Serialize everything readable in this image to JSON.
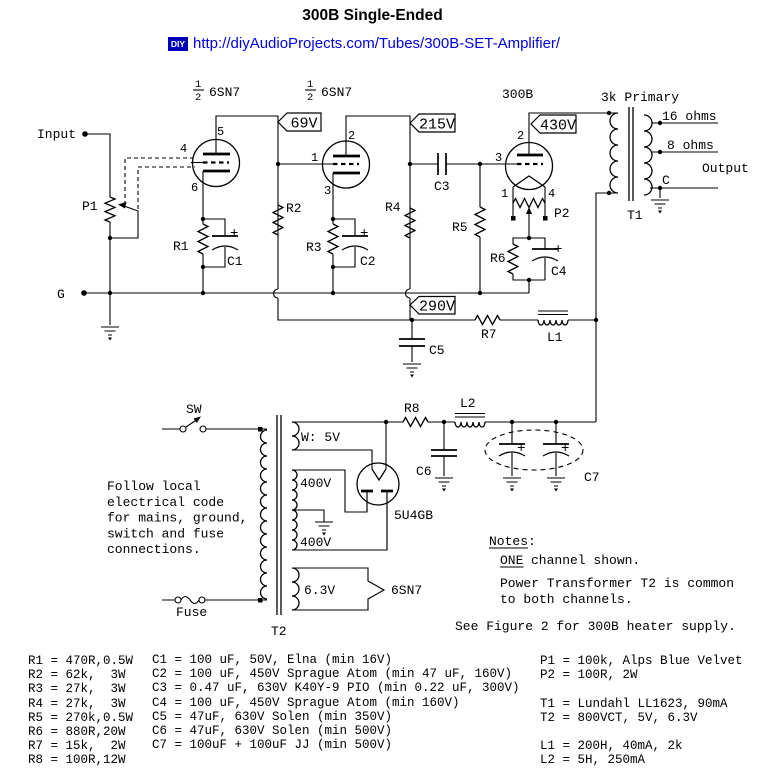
{
  "header": {
    "title": "300B Single-Ended",
    "diy_badge": "DIY",
    "url": "http://diyAudioProjects.com/Tubes/300B-SET-Amplifier/"
  },
  "schematic": {
    "io": {
      "input": "Input",
      "ground_bus": "G",
      "output": "Output"
    },
    "voltage_flags": {
      "v69": "69V",
      "v215": "215V",
      "v430": "430V",
      "v290": "290V"
    },
    "tubes": {
      "half_num": "1",
      "half_den": "2",
      "stage1": "6SN7",
      "stage2": "6SN7",
      "power": "300B",
      "rectifier": "5U4GB",
      "heater_tag": "6SN7"
    },
    "pins": {
      "t1_plate": "5",
      "t1_grid": "4",
      "t1_cathode": "6",
      "t2_grid": "1",
      "t2_plate": "2",
      "t2_cathode": "3",
      "b_plate": "2",
      "b_grid": "3",
      "b_fil1": "1",
      "b_fil2": "4"
    },
    "refs": {
      "p1": "P1",
      "r1": "R1",
      "c1": "C1",
      "r2": "R2",
      "r3": "R3",
      "c2": "C2",
      "r4": "R4",
      "c3": "C3",
      "r5": "R5",
      "r6": "R6",
      "c4": "C4",
      "p2": "P2",
      "c5": "C5",
      "r7": "R7",
      "l1": "L1",
      "r8": "R8",
      "l2": "L2",
      "c6": "C6",
      "c7": "C7",
      "t1": "T1",
      "t2": "T2",
      "sw": "SW",
      "fuse": "Fuse"
    },
    "plus": "+",
    "t1_labels": {
      "primary": "3k Primary",
      "tap16": "16 ohms",
      "tap8": "8 ohms",
      "common": "C"
    },
    "t2_windings": {
      "w5": "W: 5V",
      "hv1": "400V",
      "hv2": "400V",
      "heater": "6.3V"
    },
    "advice": [
      "Follow local",
      "electrical code",
      "for mains, ground,",
      "switch and fuse",
      "connections."
    ],
    "notes": {
      "heading": "Notes",
      "colon": ":",
      "one": "ONE",
      "one_rest": "channel shown.",
      "common1": "Power Transformer T2 is common",
      "common2": "to both channels.",
      "see_figure": "See Figure 2 for 300B heater supply."
    }
  },
  "parts_list": {
    "resistors": [
      "R1 = 470R,0.5W",
      "R2 = 62k,  3W",
      "R3 = 27k,  3W",
      "R4 = 27k,  3W",
      "R5 = 270k,0.5W",
      "R6 = 880R,20W",
      "R7 = 15k,  2W",
      "R8 = 100R,12W"
    ],
    "capacitors": [
      "C1 = 100 uF, 50V, Elna (min 16V)",
      "C2 = 100 uF, 450V Sprague Atom (min 47 uF, 160V)",
      "C3 = 0.47 uF, 630V K40Y-9 PIO (min 0.22 uF, 300V)",
      "C4 = 100 uF, 450V Sprague Atom (min 160V)",
      "C5 = 47uF, 630V Solen (min 350V)",
      "C6 = 47uF, 630V Solen (min 500V)",
      "C7 = 100uF + 100uF JJ (min 500V)"
    ],
    "other": [
      "P1 = 100k, Alps Blue Velvet",
      "P2 = 100R, 2W",
      "",
      "T1 = Lundahl LL1623, 90mA",
      "T2 = 800VCT, 5V, 6.3V",
      "",
      "L1 = 200H, 40mA, 2k",
      "L2 = 5H, 250mA"
    ]
  }
}
